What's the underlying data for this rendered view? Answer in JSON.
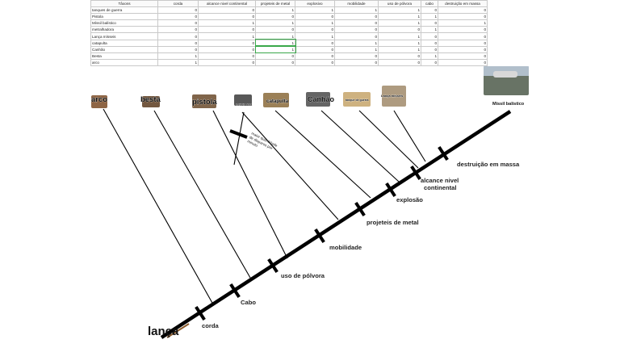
{
  "table": {
    "columns": [
      "Tâxons",
      "corda",
      "alcance nivel continental",
      "projeteis de metal",
      "explosivo",
      "mobilidade",
      "uso de pólvora",
      "cabo",
      "destruição em massa"
    ],
    "rows": [
      {
        "name": "tanques de guerra",
        "values": [
          "0",
          "0",
          "1",
          "1",
          "1",
          "1",
          "0",
          "0"
        ]
      },
      {
        "name": "Pistola",
        "values": [
          "0",
          "0",
          "0",
          "0",
          "0",
          "1",
          "1",
          "0"
        ]
      },
      {
        "name": "Míssil balístico",
        "values": [
          "0",
          "1",
          "1",
          "1",
          "0",
          "1",
          "0",
          "1"
        ]
      },
      {
        "name": "metralhadora",
        "values": [
          "0",
          "0",
          "0",
          "0",
          "0",
          "0",
          "1",
          "0"
        ]
      },
      {
        "name": "Lança mísseis",
        "values": [
          "0",
          "1",
          "1",
          "1",
          "0",
          "1",
          "0",
          "0"
        ]
      },
      {
        "name": "catapulta",
        "values": [
          "0",
          "0",
          "1",
          "0",
          "1",
          "1",
          "0",
          "0"
        ]
      },
      {
        "name": "Canhão",
        "values": [
          "0",
          "0",
          "1",
          "0",
          "1",
          "1",
          "0",
          "0"
        ]
      },
      {
        "name": "Besta",
        "values": [
          "1",
          "0",
          "0",
          "0",
          "0",
          "0",
          "1",
          "0"
        ]
      },
      {
        "name": "arco",
        "values": [
          "1",
          "0",
          "0",
          "0",
          "0",
          "0",
          "0",
          "0"
        ]
      }
    ]
  },
  "cladogram": {
    "root_label": "lança",
    "taxa": [
      "arco",
      "besta",
      "pistola",
      "metralhadora",
      "catapulta",
      "Canhão",
      "tanque de guerra",
      "Lança mísseis",
      "Missil balistico"
    ],
    "characters": [
      "corda",
      "Cabo",
      "uso de pólvora",
      "mobilidade",
      "projeteis de metal",
      "explosão",
      "alcance nivel continental",
      "destruição em massa"
    ],
    "side_character": "maior quantidade de disparos por minuto"
  },
  "colors": {
    "line": "#000000",
    "table_border": "#c9c9c9",
    "highlight": "#3aa84a"
  }
}
